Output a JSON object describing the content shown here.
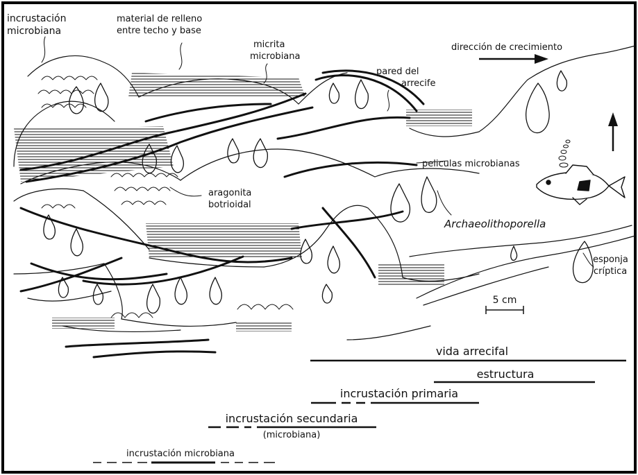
{
  "colors": {
    "ink": "#111111",
    "paper": "#ffffff",
    "frame": "#000000"
  },
  "labels": {
    "incrustacion_microbiana": [
      "incrustación",
      "microbiana"
    ],
    "material_relleno": [
      "material de relleno",
      "entre techo y base"
    ],
    "micrita": [
      "micrita",
      "microbiana"
    ],
    "pared": [
      "pared del",
      "arrecife"
    ],
    "direccion": "dirección de crecimiento",
    "peliculas": "peliculas microbianas",
    "aragonita": [
      "aragonita",
      "botrioidal"
    ],
    "archaeo": "Archaeolithoporella",
    "esponja": [
      "esponja",
      "críptica"
    ],
    "scale": "5 cm"
  },
  "timeline": {
    "vida": "vida arrecifal",
    "estructura": "estructura",
    "primaria": "incrustación primaria",
    "secundaria": "incrustación secundaria",
    "secundaria_sub": "(microbiana)",
    "microbiana": "incrustación microbiana"
  }
}
